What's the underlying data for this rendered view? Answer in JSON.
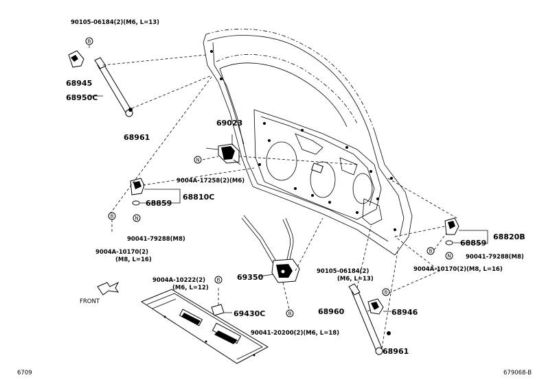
{
  "labels": {
    "p90105_top": "90105-06184(2)(M6, L=13)",
    "p68945": "68945",
    "p68950C": "68950C",
    "p68961_top": "68961",
    "p69023": "69023",
    "p9004A_17258": "9004A-17258(2)(M6)",
    "p68859_left": "68859",
    "p68810C": "68810C",
    "p90041_79288_left": "90041-79288(M8)",
    "p9004A_10170_left_a": "9004A-10170(2)",
    "p9004A_10170_left_b": "(M8, L=16)",
    "p69350": "69350",
    "p9004A_10222_a": "9004A-10222(2)",
    "p9004A_10222_b": "(M6, L=12)",
    "p69430C": "69430C",
    "p90041_20200": "90041-20200(2)(M6, L=18)",
    "p90105_right_a": "90105-06184(2)",
    "p90105_right_b": "(M6, L=13)",
    "p68960": "68960",
    "p68946": "68946",
    "p68961_bottom": "68961",
    "p68859_right": "68859",
    "p68820B": "68820B",
    "p90041_79288_right": "90041-79288(M8)",
    "p9004A_10170_right": "9004A-10170(2)(M8, L=16)",
    "front": "FRONT",
    "page_left": "6709",
    "page_right": "679068-B"
  },
  "markers": {
    "b": "B",
    "n": "N"
  }
}
